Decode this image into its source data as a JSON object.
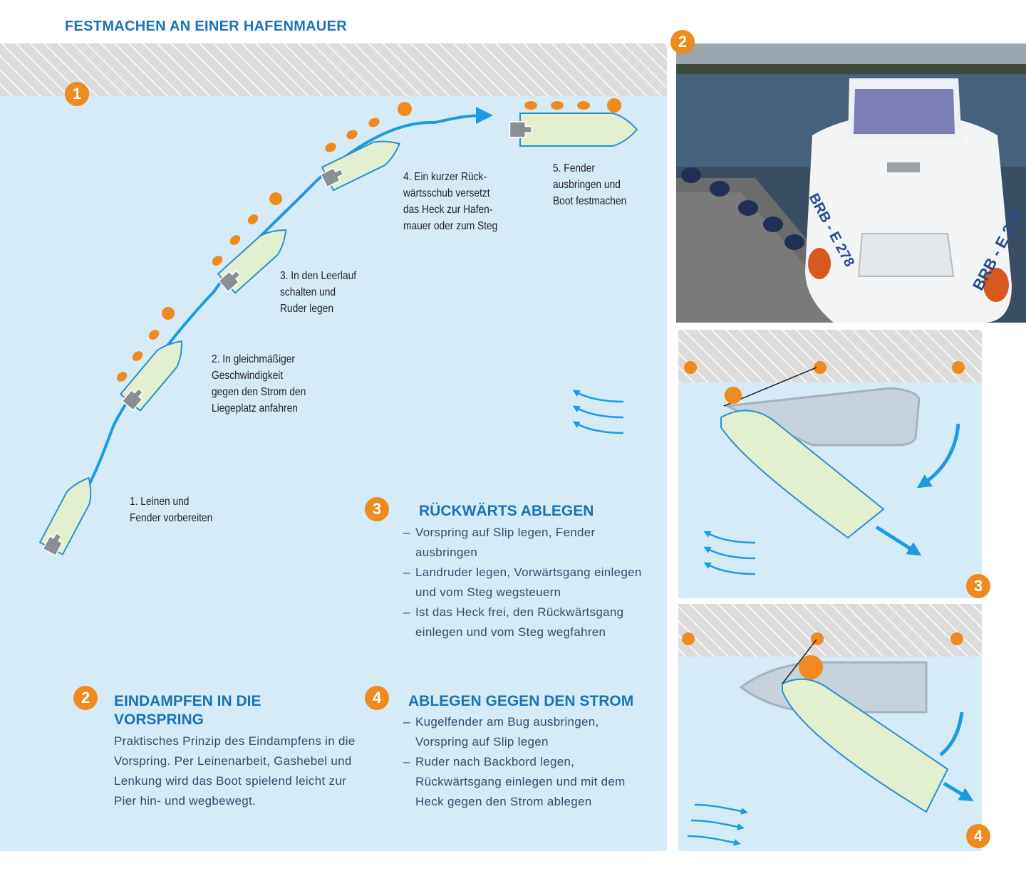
{
  "title": "FESTMACHEN AN EINER HAFENMAUER",
  "badges": {
    "b1": "1",
    "b2": "2",
    "b3": "3",
    "b4": "4"
  },
  "steps": {
    "s1": "1. Leinen und\nFender vorbereiten",
    "s2": "2. In gleichmäßiger\nGeschwindigkeit\ngegen den Strom den\nLiegeplatz anfahren",
    "s3": "3. In den Leerlauf\nschalten und\nRuder legen",
    "s4": "4. Ein kurzer Rück-\nwärtsschub versetzt\ndas Heck zur Hafen-\nmauer oder zum Steg",
    "s5": "5. Fender\nausbringen und\nBoot festmachen"
  },
  "photo": {
    "registration": "BRB - E 278"
  },
  "section2": {
    "heading": "EINDAMPFEN IN DIE VORSPRING",
    "text": "Praktisches Prinzip des Eindampfens in die Vorspring. Per Leinenarbeit, Gashebel und Lenkung wird das Boot spielend leicht zur Pier hin- und wegbewegt."
  },
  "section3": {
    "heading": "RÜCKWÄRTS ABLEGEN",
    "items": [
      "Vorspring auf Slip legen, Fender ausbringen",
      "Landruder legen, Vorwärtsgang einlegen und vom Steg wegsteuern",
      "Ist das Heck frei, den Rückwärtsgang einlegen und vom Steg wegfahren"
    ]
  },
  "section4": {
    "heading": "ABLEGEN GEGEN DEN STROM",
    "items": [
      "Kugelfender am Bug ausbringen, Vorspring auf Slip legen",
      "Ruder nach Backbord legen, Rückwärtsgang einlegen und mit dem Heck gegen den Strom ablegen"
    ]
  },
  "colors": {
    "accent": "#ef8a1e",
    "heading": "#1b72b5",
    "water": "#d5ecf8",
    "boat": "#e3f0cf",
    "boat_outline": "#2d8fd0",
    "current": "#1e9be0",
    "quay": "#dcdcdc"
  }
}
